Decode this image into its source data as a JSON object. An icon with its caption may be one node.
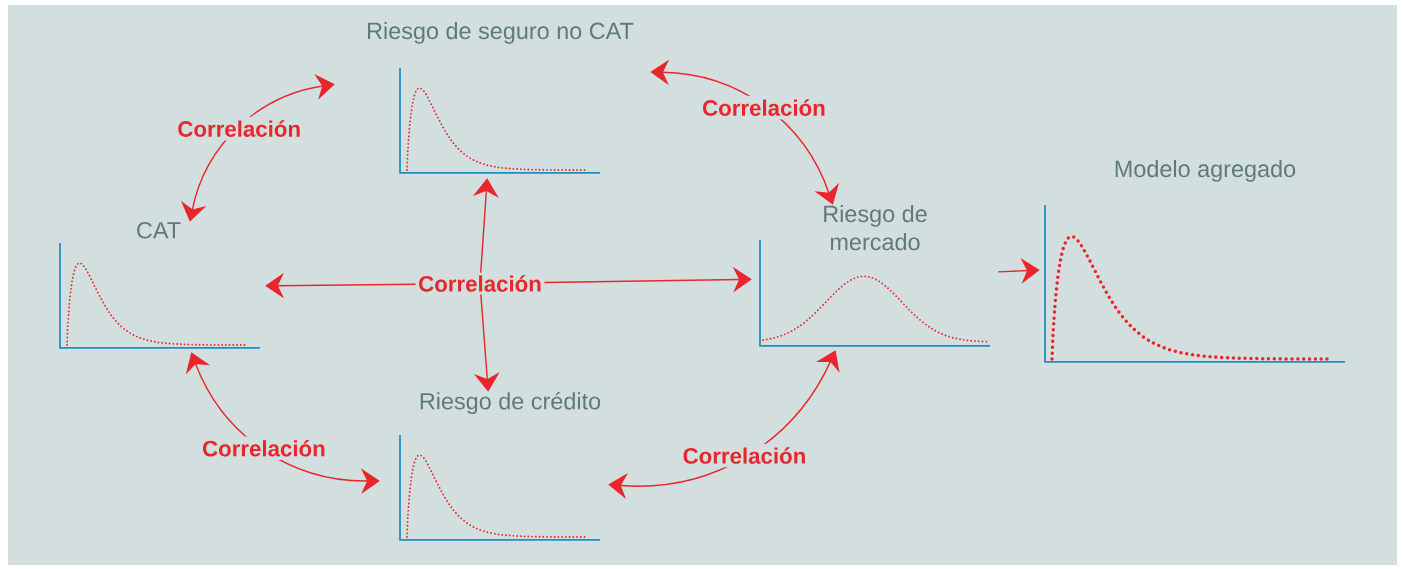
{
  "diagram": {
    "nodes": [
      {
        "text": [
          "Riesgo de seguro no CAT"
        ]
      },
      {
        "text": [
          "Modelo agregado"
        ]
      },
      {
        "text": [
          "CAT"
        ]
      },
      {
        "text": [
          "Riesgo de mercado"
        ]
      },
      {
        "text": [
          "Correlación"
        ]
      },
      {
        "text": [
          "Riesgo de crédito"
        ]
      }
    ],
    "edges": [
      {
        "from": 2,
        "to": 0,
        "arrow": "both",
        "label": "Correlación"
      },
      {
        "from": 0,
        "to": 3,
        "arrow": "both",
        "label": "Correlación"
      },
      {
        "from": 2,
        "to": 5,
        "arrow": "both",
        "label": "Correlación"
      },
      {
        "from": 5,
        "to": 3,
        "arrow": "both",
        "label": "Correlación"
      },
      {
        "from": 4,
        "to": 0,
        "arrow": "to"
      },
      {
        "from": 4,
        "to": 2,
        "arrow": "to"
      },
      {
        "from": 4,
        "to": 3,
        "arrow": "to"
      },
      {
        "from": 4,
        "to": 5,
        "arrow": "to"
      },
      {
        "from": 3,
        "to": 1,
        "arrow": "to"
      }
    ]
  }
}
